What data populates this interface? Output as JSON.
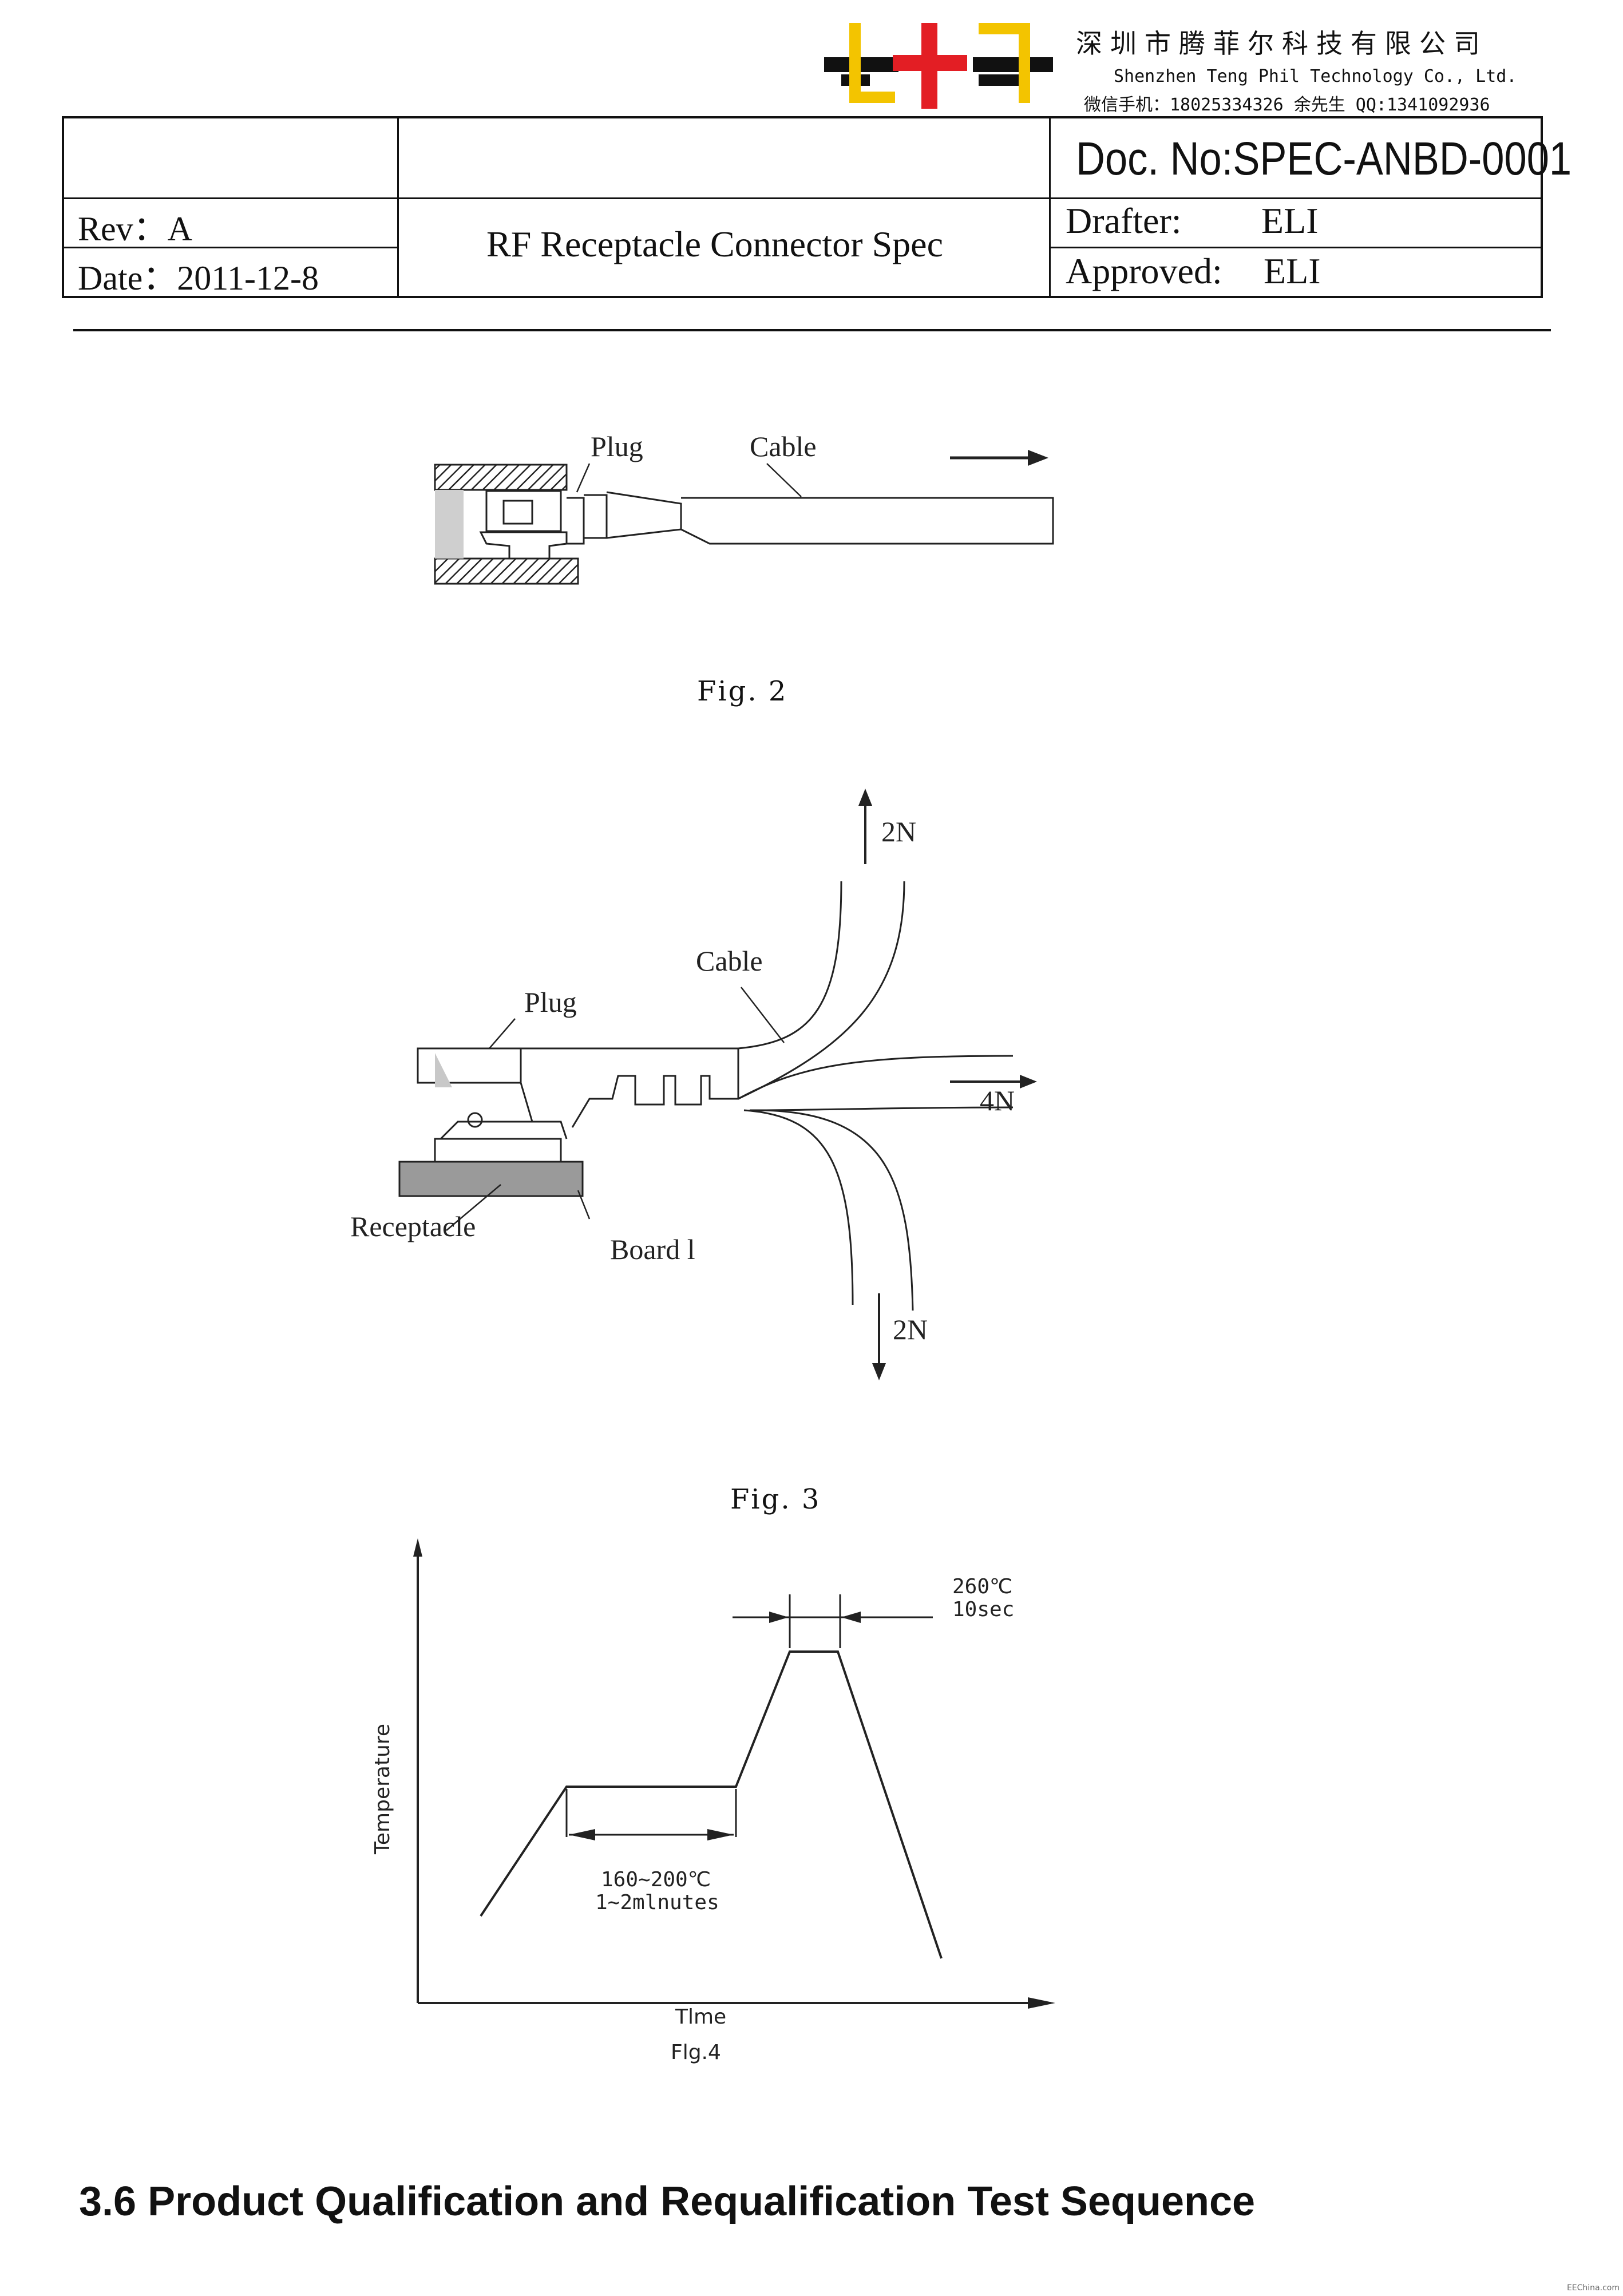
{
  "company": {
    "name_cn": "深圳市腾菲尔科技有限公司",
    "name_en": "Shenzhen Teng Phil Technology Co., Ltd.",
    "contact": "微信手机：18025334326 余先生 QQ:1341092936",
    "logo_colors": {
      "black": "#111111",
      "yellow": "#f3c400",
      "red": "#e31e24"
    }
  },
  "header_table": {
    "doc_no": "Doc. No:SPEC-ANBD-0001",
    "rev": "Rev：A",
    "date": "Date：2011-12-8",
    "title": "RF Receptacle Connector Spec",
    "drafter_label": "Drafter:",
    "drafter_value": "ELI",
    "approved_label": "Approved:",
    "approved_value": "ELI"
  },
  "fig2": {
    "caption": "Fig. 2",
    "labels": {
      "plug": "Plug",
      "cable": "Cable"
    }
  },
  "fig3": {
    "caption": "Fig. 3",
    "labels": {
      "force_up": "2N",
      "force_right": "4N",
      "force_down": "2N",
      "cable": "Cable",
      "plug": "Plug",
      "receptacle": "Receptacle",
      "board": "Board l"
    }
  },
  "fig4": {
    "caption": "Flg.4",
    "xlabel": "Tlme",
    "ylabel": "Temperature",
    "annotations": {
      "peak_temp": "260℃",
      "peak_time": "10sec",
      "preheat_temp": "160~200℃",
      "preheat_time": "1~2mlnutes"
    }
  },
  "section_heading": "3.6 Product Qualification and Requalification Test Sequence",
  "watermark": "EEChina.com"
}
